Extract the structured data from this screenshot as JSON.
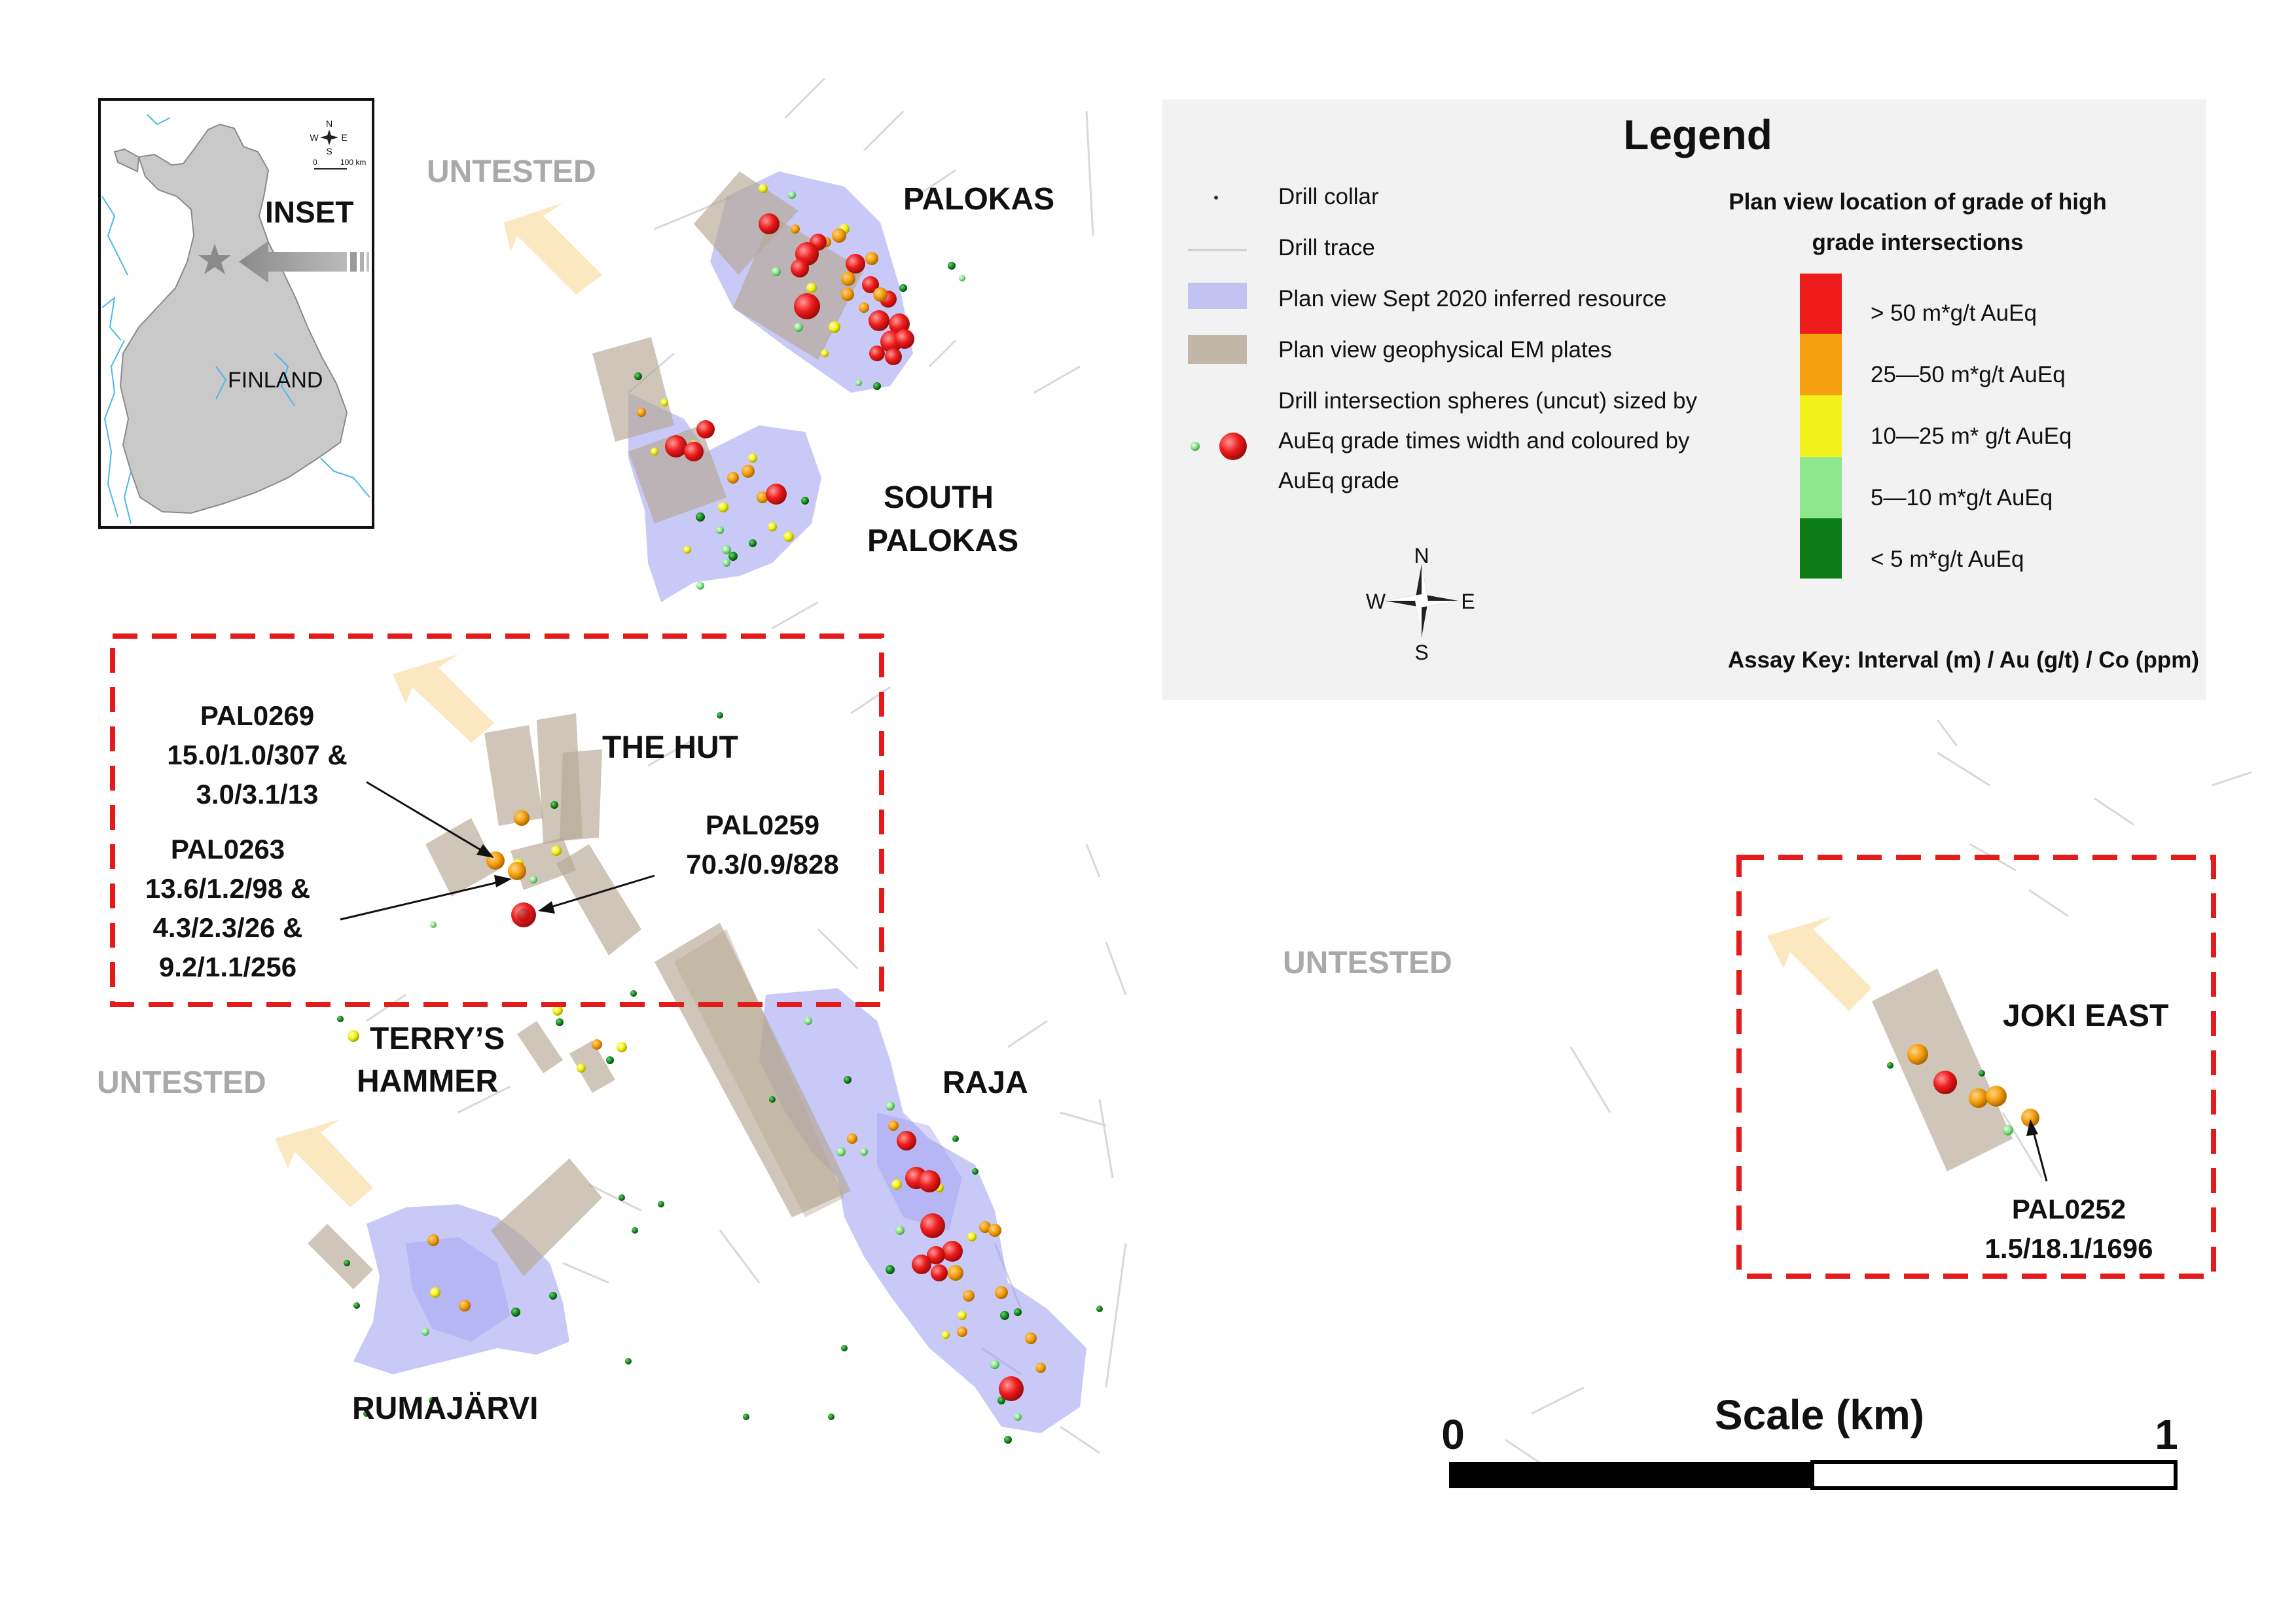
{
  "inset": {
    "title": "INSET",
    "country": "FINLAND",
    "scale_label": "100 km",
    "scale_zero": "0",
    "compass": {
      "n": "N",
      "s": "S",
      "e": "E",
      "w": "W"
    }
  },
  "areas": {
    "palokas": "PALOKAS",
    "south_palokas_1": "SOUTH",
    "south_palokas_2": "PALOKAS",
    "the_hut": "THE HUT",
    "terrys_1": "TERRY’S",
    "terrys_2": "HAMMER",
    "raja": "RAJA",
    "rumajarvi": "RUMAJÄRVI",
    "joki_east": "JOKI EAST"
  },
  "untested": [
    "UNTESTED",
    "UNTESTED",
    "UNTESTED"
  ],
  "drillholes": {
    "pal0269": [
      "PAL0269",
      "15.0/1.0/307 &",
      "3.0/3.1/13"
    ],
    "pal0263": [
      "PAL0263",
      "13.6/1.2/98 &",
      "4.3/2.3/26 &",
      "9.2/1.1/256"
    ],
    "pal0259": [
      "PAL0259",
      "70.3/0.9/828"
    ],
    "pal0252": [
      "PAL0252",
      "1.5/18.1/1696"
    ]
  },
  "legend": {
    "title": "Legend",
    "items": [
      "Drill collar",
      "Drill trace",
      "Plan view Sept 2020 inferred resource",
      "Plan view geophysical EM plates",
      "Drill intersection spheres (uncut) sized by",
      "AuEq grade times width and coloured by",
      "AuEq grade"
    ],
    "grade_title_1": "Plan view location of grade of high",
    "grade_title_2": "grade intersections",
    "grades": [
      {
        "label": "> 50  m*g/t  AuEq",
        "color": "#ee1c1c"
      },
      {
        "label": "25—50 m*g/t AuEq",
        "color": "#f5a00f"
      },
      {
        "label": "10—25 m* g/t AuEq",
        "color": "#f4f21c"
      },
      {
        "label": "5—10 m*g/t AuEq",
        "color": "#8ee68e"
      },
      {
        "label": "< 5 m*g/t AuEq",
        "color": "#0e7d17"
      }
    ],
    "compass": {
      "n": "N",
      "s": "S",
      "e": "E",
      "w": "W"
    },
    "assay_key": "Assay Key: Interval (m) / Au (g/t) / Co (ppm)"
  },
  "scale": {
    "title": "Scale (km)",
    "start": "0",
    "end": "1"
  },
  "colors": {
    "resource": "#9d9cf0",
    "em_plate": "#b5a893",
    "dashed_box": "#e31b1b",
    "untested_arrow": "#fbe7c0"
  }
}
